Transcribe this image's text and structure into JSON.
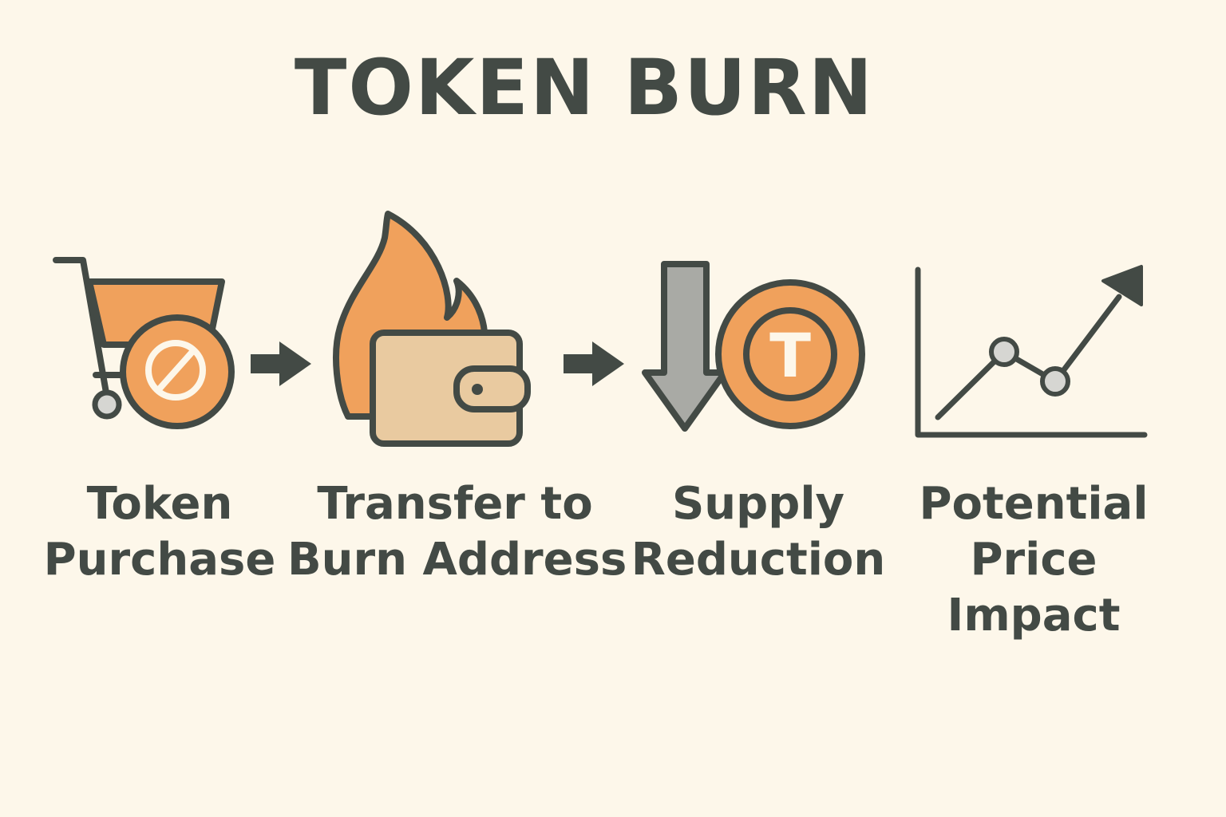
{
  "title": "TOKEN BURN",
  "steps": [
    {
      "icon": "shopping-cart-icon",
      "lines": [
        "Token",
        "Purchase"
      ]
    },
    {
      "icon": "flaming-wallet-icon",
      "lines": [
        "Transfer to",
        "Burn Address"
      ]
    },
    {
      "icon": "down-arrow-coin-icon",
      "coin_letter": "T",
      "lines": [
        "Supply",
        "Reduction"
      ]
    },
    {
      "icon": "rising-line-chart-icon",
      "lines": [
        "Potential",
        "Price",
        "Impact"
      ]
    }
  ],
  "colors": {
    "background": "#fdf7ea",
    "outline": "#434a45",
    "accent_orange": "#f0a15c",
    "wallet_tan": "#e9caa0",
    "arrow_gray": "#a9aaa5",
    "node_gray": "#d6d6d2"
  }
}
